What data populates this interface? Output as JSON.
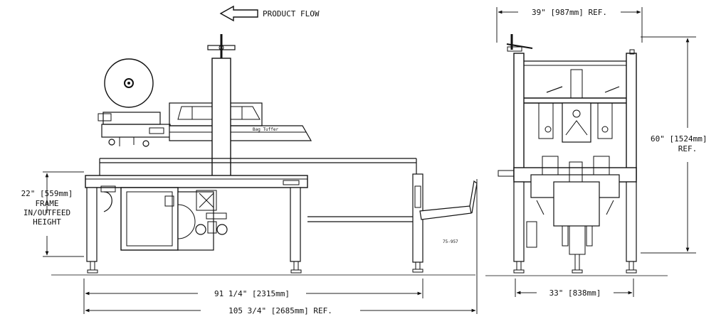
{
  "flow_label": "PRODUCT FLOW",
  "side_view": {
    "frame_height_lines": [
      "22\" [559mm]",
      "FRAME",
      "IN/OUTFEED",
      "HEIGHT"
    ],
    "length_dim": "91 1/4\" [2315mm]",
    "overall_length_dim": "105 3/4\" [2685mm] REF.",
    "drawing_number": "75-957",
    "label_plate": "Bag Tuffer"
  },
  "end_view": {
    "width_top_dim": "39\" [987mm] REF.",
    "height_lines": [
      "60\" [1524mm]",
      "REF."
    ],
    "base_width_dim": "33\" [838mm]"
  }
}
